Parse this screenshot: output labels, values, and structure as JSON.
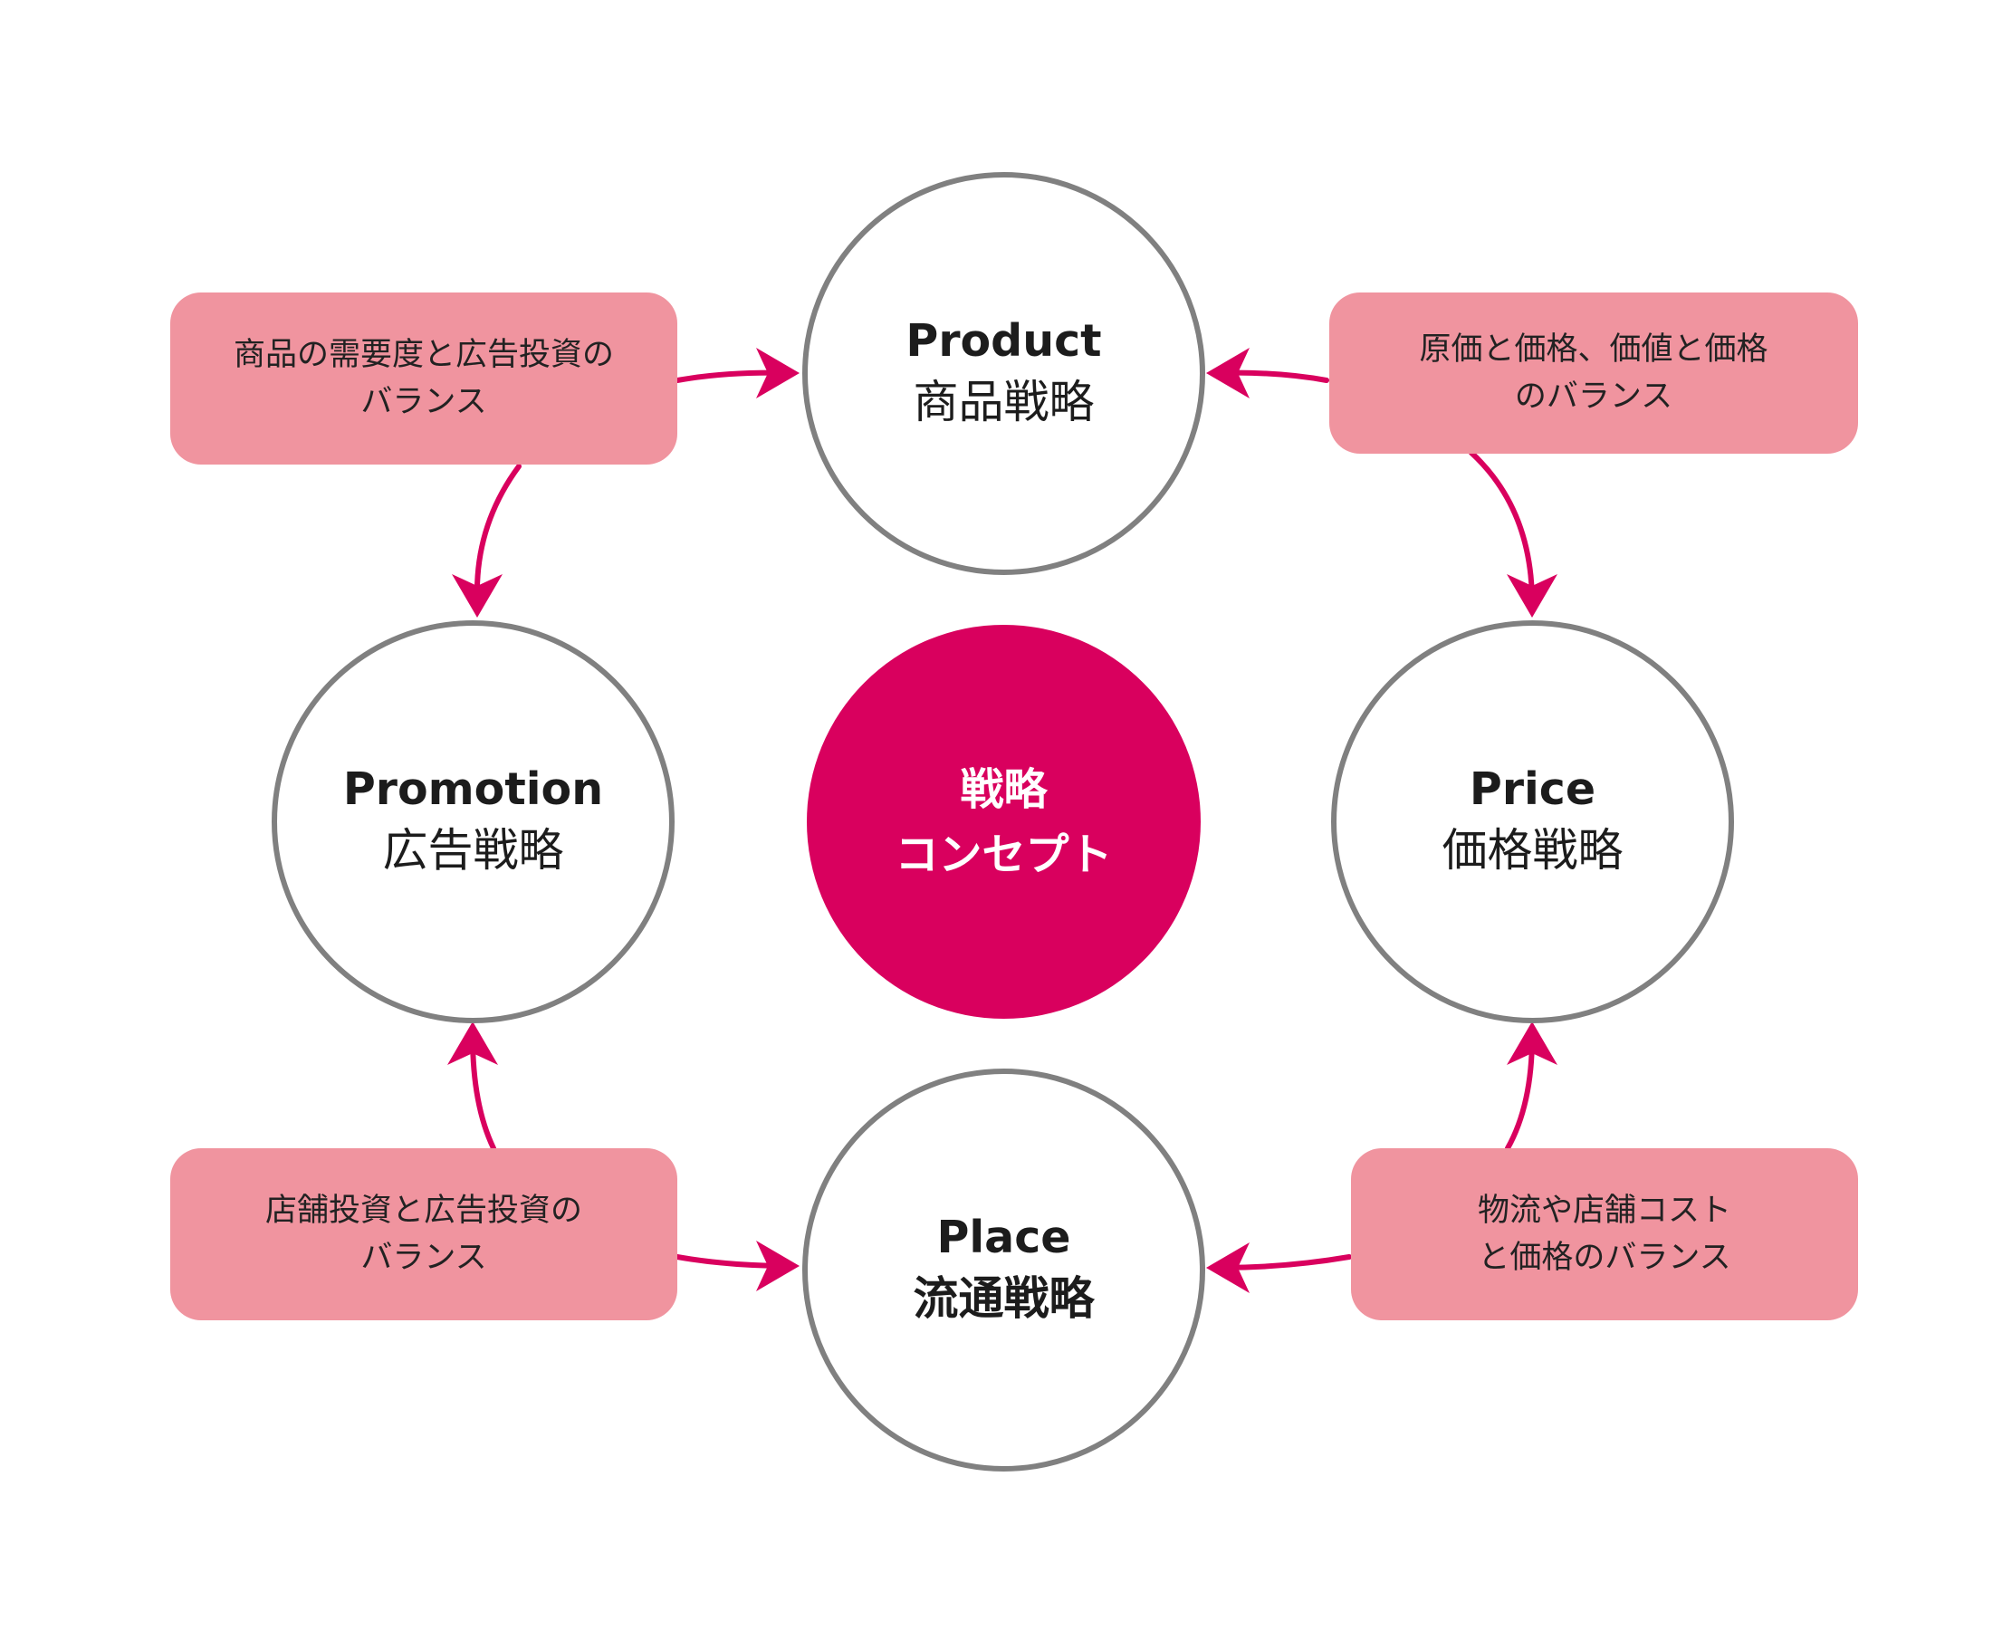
{
  "colors": {
    "accent": "#d9005e",
    "box_fill": "#f0949f",
    "circle_stroke": "#808080",
    "arrow": "#d9005e"
  },
  "center": {
    "line1": "戦略",
    "line2": "コンセプト"
  },
  "nodes": {
    "product": {
      "en": "Product",
      "jp": "商品戦略"
    },
    "price": {
      "en": "Price",
      "jp": "価格戦略"
    },
    "place": {
      "en": "Place",
      "jp": "流通戦略"
    },
    "promotion": {
      "en": "Promotion",
      "jp": "広告戦略"
    }
  },
  "boxes": {
    "top_left": {
      "line1": "商品の需要度と広告投資の",
      "line2": "バランス"
    },
    "top_right": {
      "line1": "原価と価格、価値と価格",
      "line2": "のバランス"
    },
    "bottom_left": {
      "line1": "店舗投資と広告投資の",
      "line2": "バランス"
    },
    "bottom_right": {
      "line1": "物流や店舗コスト",
      "line2": "と価格のバランス"
    }
  }
}
